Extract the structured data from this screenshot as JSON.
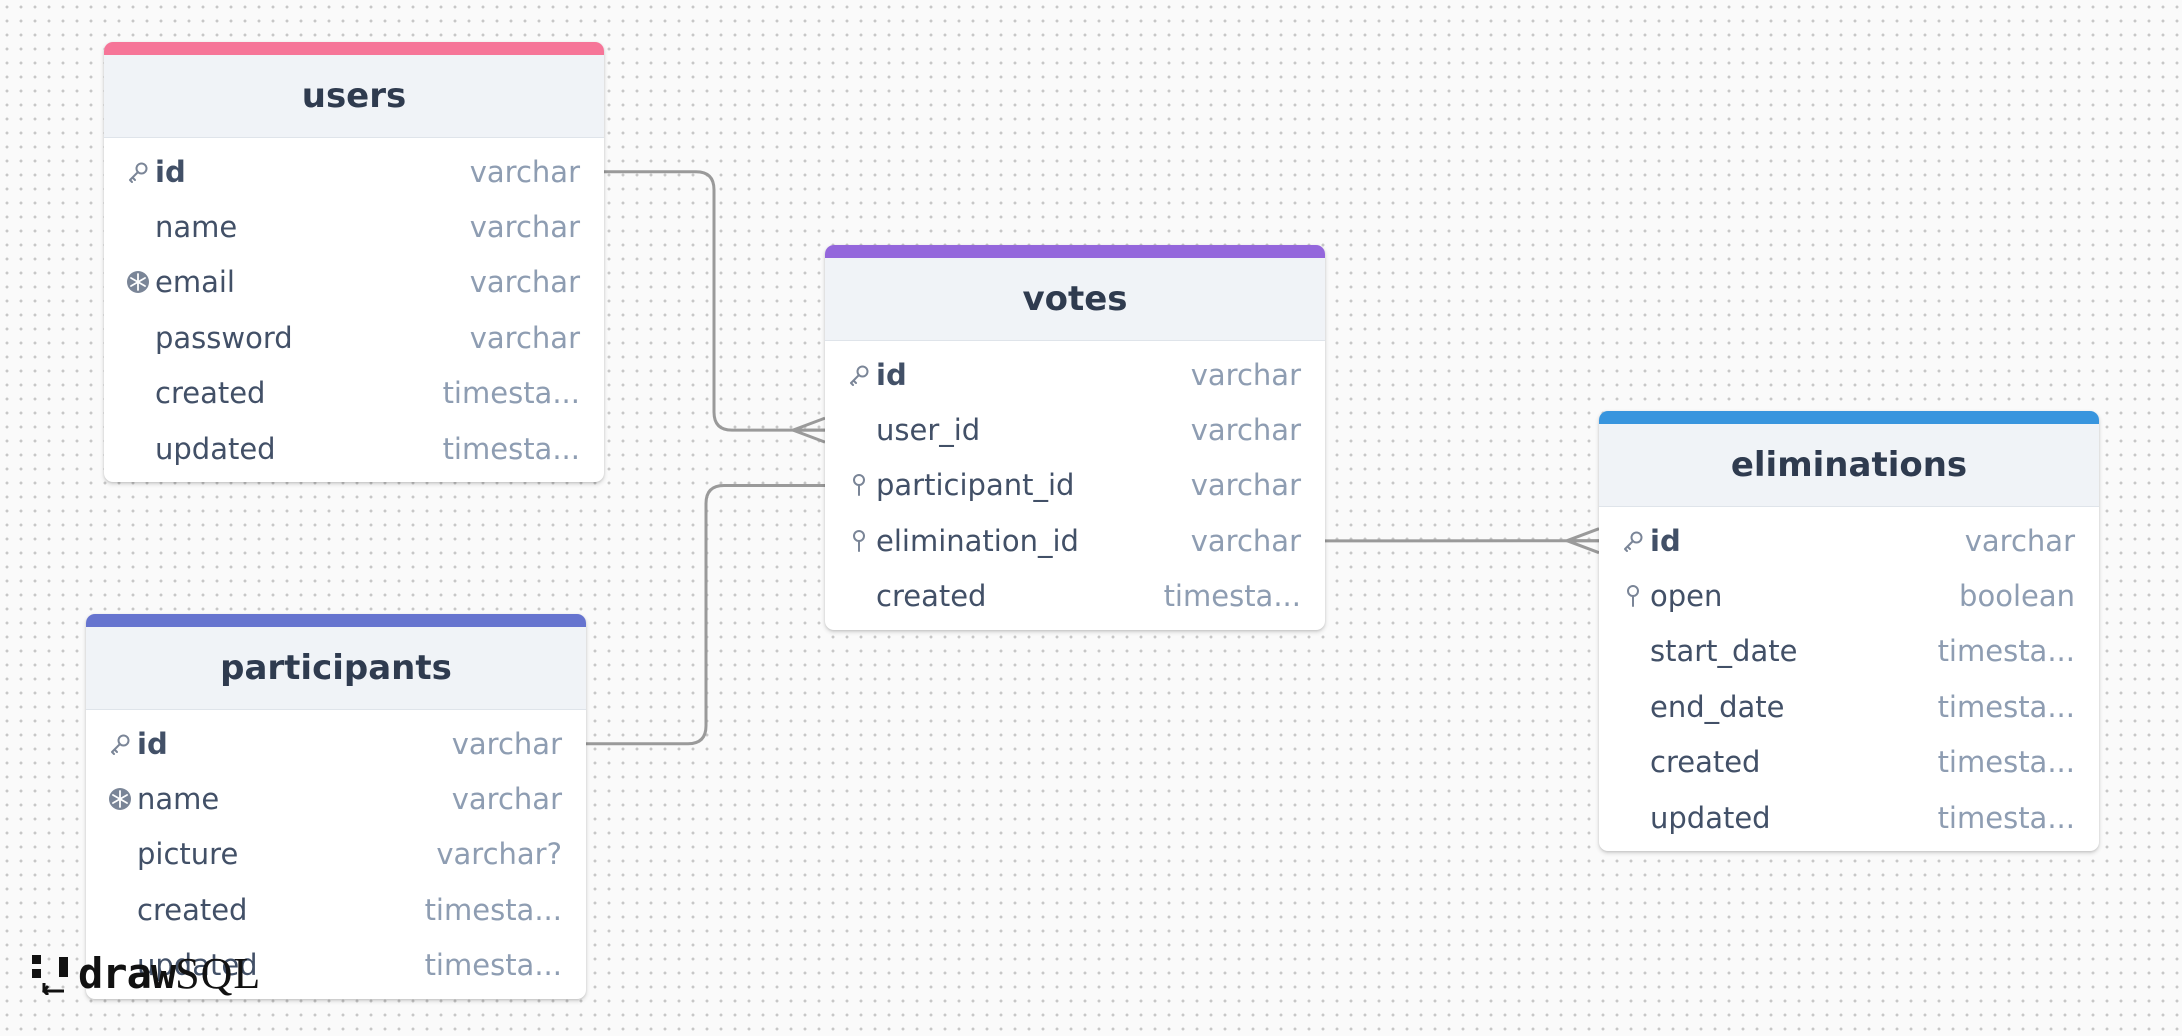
{
  "app": {
    "brand_draw": "draw",
    "brand_sql": "SQL"
  },
  "tables": [
    {
      "id": "users",
      "title": "users",
      "color": "#f67598",
      "columns": [
        {
          "name": "id",
          "type": "varchar",
          "icon": "key-icon",
          "pk": true
        },
        {
          "name": "name",
          "type": "varchar",
          "icon": "",
          "pk": false
        },
        {
          "name": "email",
          "type": "varchar",
          "icon": "unique-icon",
          "pk": false
        },
        {
          "name": "password",
          "type": "varchar",
          "icon": "",
          "pk": false
        },
        {
          "name": "created",
          "type": "timesta...",
          "icon": "",
          "pk": false
        },
        {
          "name": "updated",
          "type": "timesta...",
          "icon": "",
          "pk": false
        }
      ]
    },
    {
      "id": "votes",
      "title": "votes",
      "color": "#9467dc",
      "columns": [
        {
          "name": "id",
          "type": "varchar",
          "icon": "key-icon",
          "pk": true
        },
        {
          "name": "user_id",
          "type": "varchar",
          "icon": "",
          "pk": false
        },
        {
          "name": "participant_id",
          "type": "varchar",
          "icon": "index-icon",
          "pk": false
        },
        {
          "name": "elimination_id",
          "type": "varchar",
          "icon": "index-icon",
          "pk": false
        },
        {
          "name": "created",
          "type": "timesta...",
          "icon": "",
          "pk": false
        }
      ]
    },
    {
      "id": "participants",
      "title": "participants",
      "color": "#6674cf",
      "columns": [
        {
          "name": "id",
          "type": "varchar",
          "icon": "key-icon",
          "pk": true
        },
        {
          "name": "name",
          "type": "varchar",
          "icon": "unique-icon",
          "pk": false
        },
        {
          "name": "picture",
          "type": "varchar?",
          "icon": "",
          "pk": false
        },
        {
          "name": "created",
          "type": "timesta...",
          "icon": "",
          "pk": false
        },
        {
          "name": "updated",
          "type": "timesta...",
          "icon": "",
          "pk": false
        }
      ]
    },
    {
      "id": "eliminations",
      "title": "eliminations",
      "color": "#3895de",
      "columns": [
        {
          "name": "id",
          "type": "varchar",
          "icon": "key-icon",
          "pk": true
        },
        {
          "name": "open",
          "type": "boolean",
          "icon": "index-icon",
          "pk": false
        },
        {
          "name": "start_date",
          "type": "timesta...",
          "icon": "",
          "pk": false
        },
        {
          "name": "end_date",
          "type": "timesta...",
          "icon": "",
          "pk": false
        },
        {
          "name": "created",
          "type": "timesta...",
          "icon": "",
          "pk": false
        },
        {
          "name": "updated",
          "type": "timesta...",
          "icon": "",
          "pk": false
        }
      ]
    }
  ],
  "relations": [
    {
      "from": "users.id",
      "to": "votes.user_id",
      "cardinality": "one-to-many"
    },
    {
      "from": "participants.id",
      "to": "votes.participant_id",
      "cardinality": "one-to-one"
    },
    {
      "from": "votes.elimination_id",
      "to": "eliminations.id",
      "cardinality": "one-to-many"
    }
  ]
}
